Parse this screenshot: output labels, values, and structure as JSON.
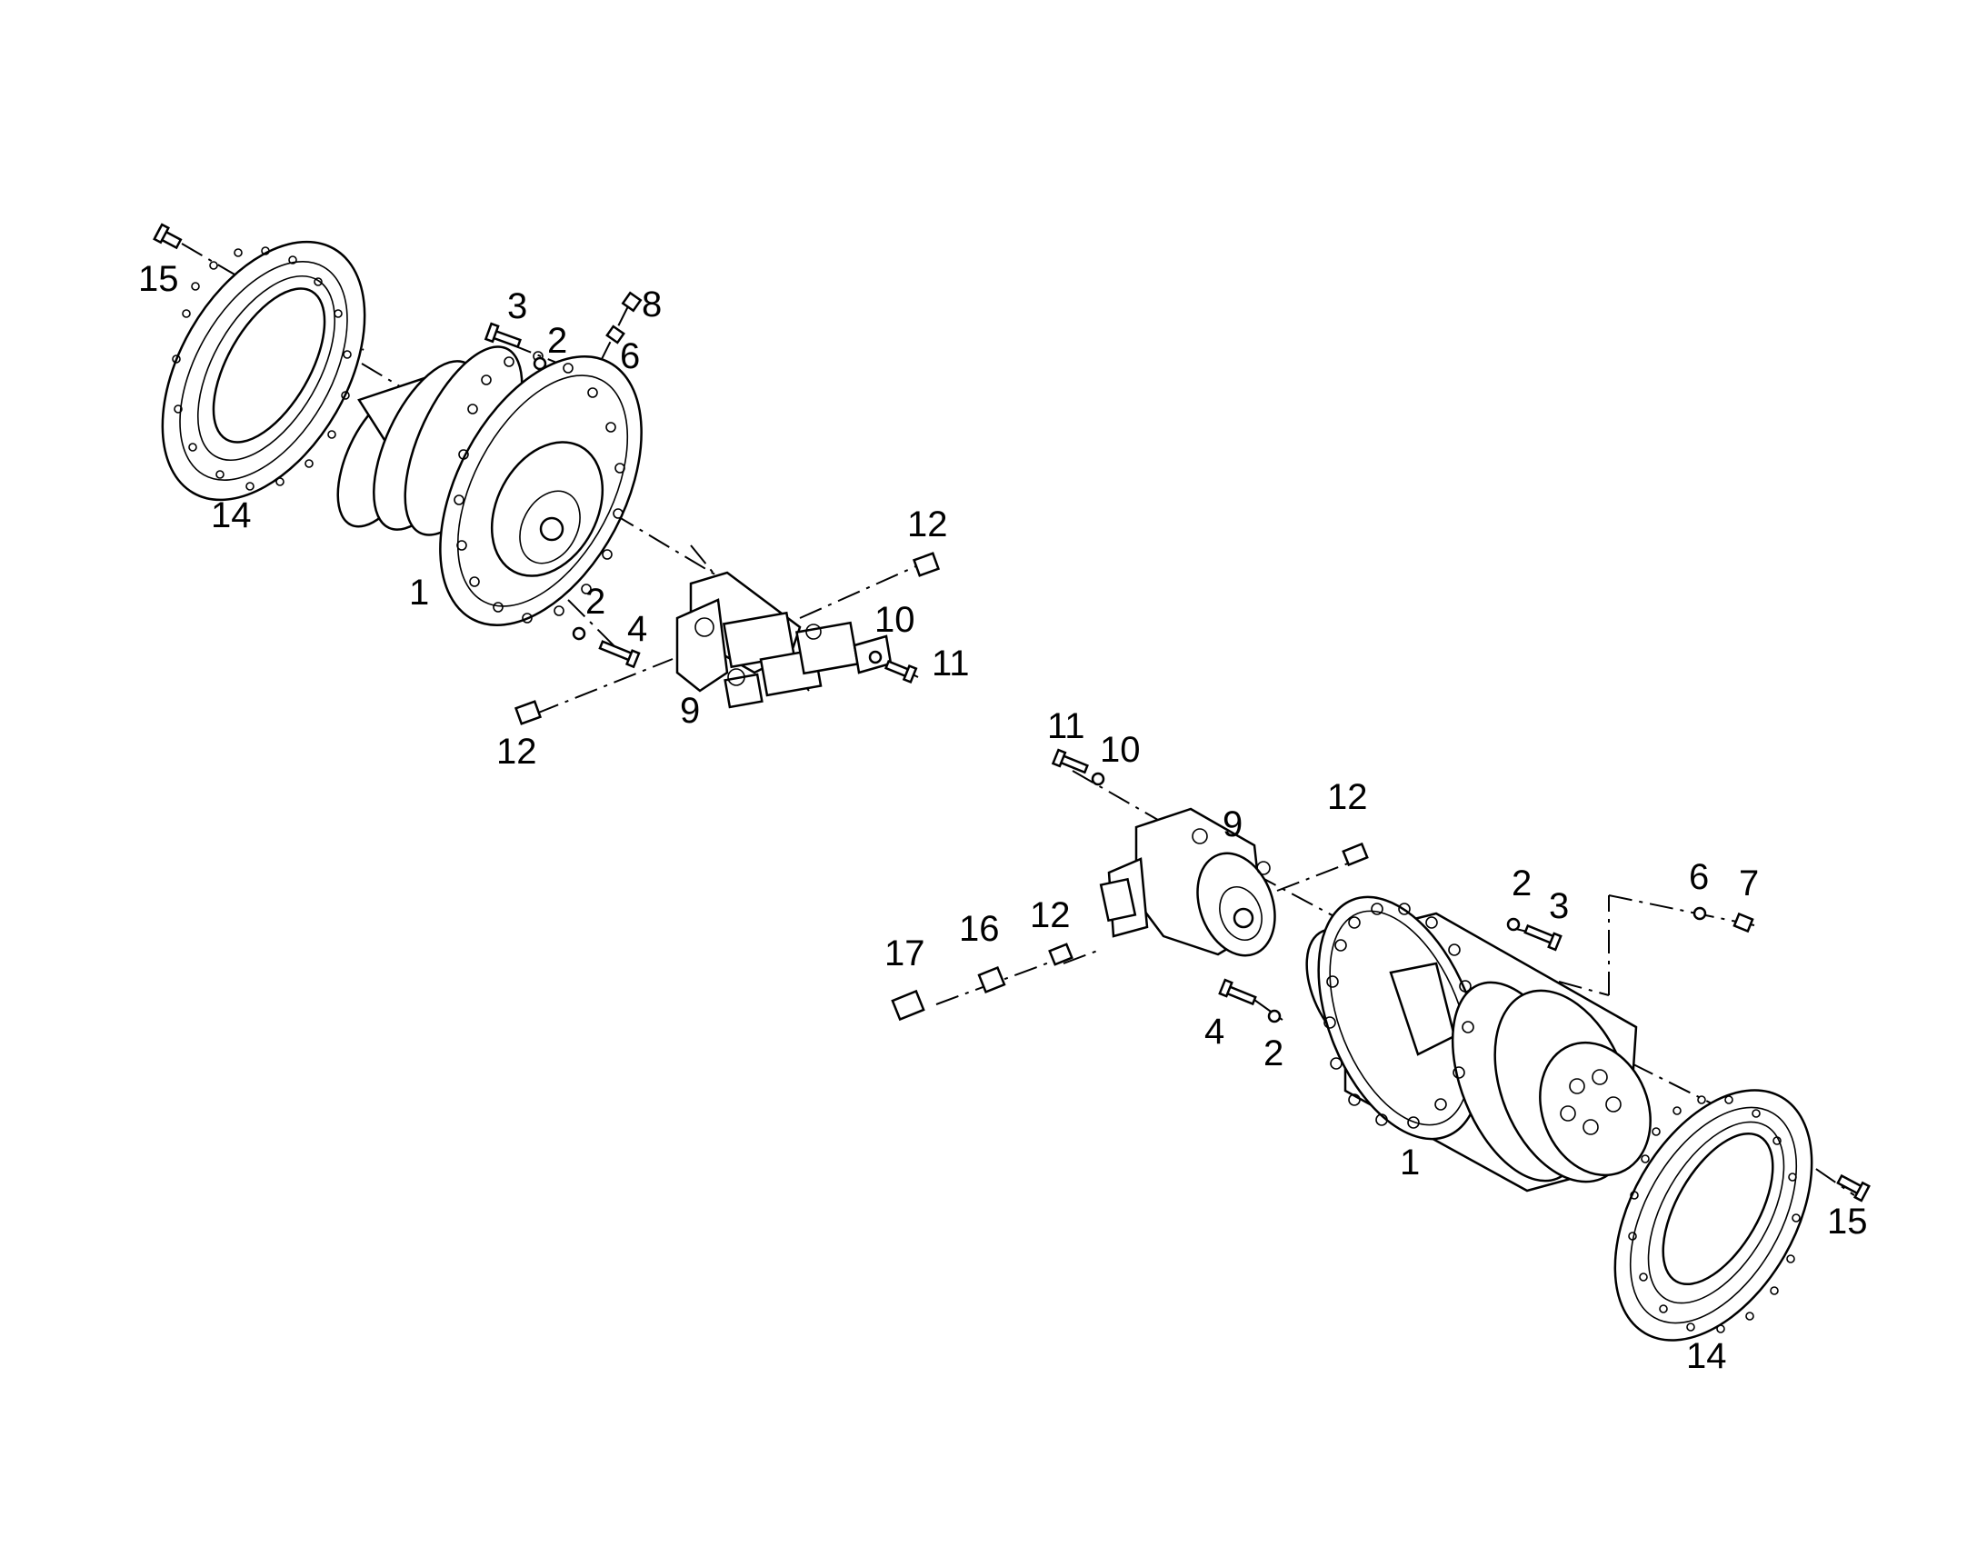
{
  "diagram": {
    "colors": {
      "line": "#000000",
      "background": "#ffffff"
    },
    "upper_assembly": {
      "labels": {
        "n15": "15",
        "n14": "14",
        "n3": "3",
        "n2a": "2",
        "n8": "8",
        "n6": "6",
        "n1": "1",
        "n2b": "2",
        "n4": "4",
        "n12a": "12",
        "n10": "10",
        "n11": "11",
        "n9": "9",
        "n12b": "12"
      }
    },
    "lower_assembly": {
      "labels": {
        "n11": "11",
        "n10": "10",
        "n9": "9",
        "n12a": "12",
        "n2a": "2",
        "n3": "3",
        "n6": "6",
        "n7": "7",
        "n17": "17",
        "n16": "16",
        "n12b": "12",
        "n4": "4",
        "n2b": "2",
        "n1": "1",
        "n15": "15",
        "n14": "14"
      }
    }
  }
}
